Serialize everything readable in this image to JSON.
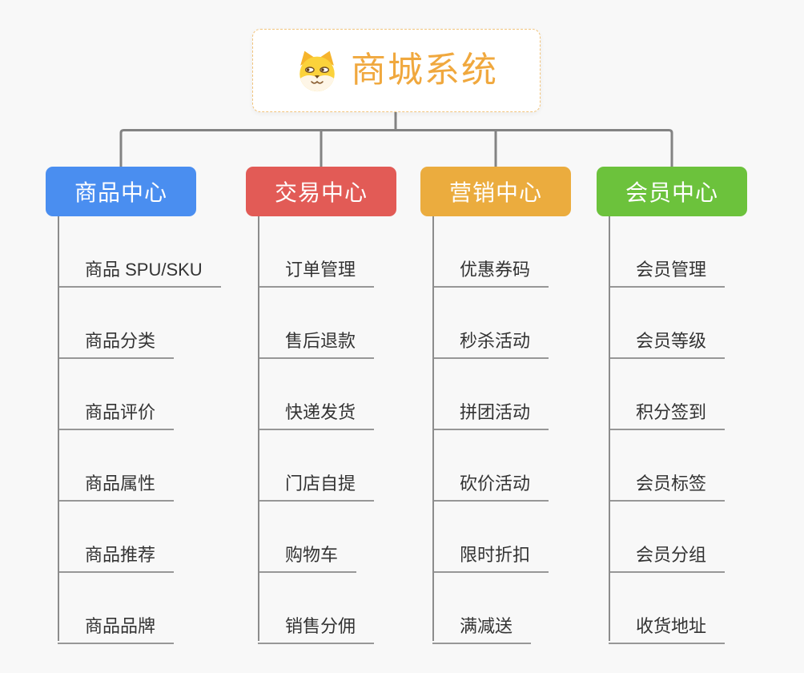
{
  "root": {
    "title": "商城系统",
    "icon": "doge-icon",
    "title_color": "#f0a83e",
    "border_color": "#f2c47c"
  },
  "connector_color": "#838383",
  "branches": [
    {
      "id": "product-center",
      "label": "商品中心",
      "color": "#4a8ef0",
      "items": [
        "商品 SPU/SKU",
        "商品分类",
        "商品评价",
        "商品属性",
        "商品推荐",
        "商品品牌"
      ]
    },
    {
      "id": "trade-center",
      "label": "交易中心",
      "color": "#e25b56",
      "items": [
        "订单管理",
        "售后退款",
        "快递发货",
        "门店自提",
        "购物车",
        "销售分佣"
      ]
    },
    {
      "id": "marketing-center",
      "label": "营销中心",
      "color": "#ebac3e",
      "items": [
        "优惠券码",
        "秒杀活动",
        "拼团活动",
        "砍价活动",
        "限时折扣",
        "满减送"
      ]
    },
    {
      "id": "member-center",
      "label": "会员中心",
      "color": "#6cc23c",
      "items": [
        "会员管理",
        "会员等级",
        "积分签到",
        "会员标签",
        "会员分组",
        "收货地址"
      ]
    }
  ]
}
